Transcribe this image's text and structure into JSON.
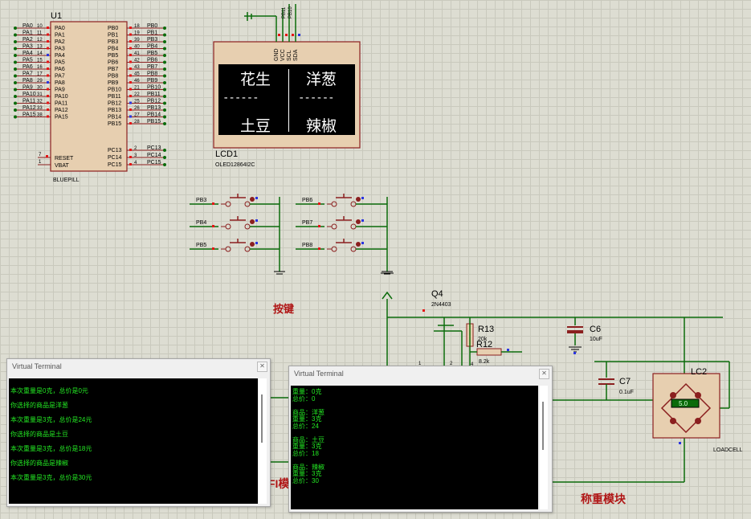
{
  "mcu": {
    "ref": "U1",
    "name": "BLUEPILL",
    "left_pins": [
      {
        "net": "PA0",
        "num": "10",
        "label": "PA0"
      },
      {
        "net": "PA1",
        "num": "11",
        "label": "PA1"
      },
      {
        "net": "PA2",
        "num": "12",
        "label": "PA2"
      },
      {
        "net": "PA3",
        "num": "13",
        "label": "PA3"
      },
      {
        "net": "PA4",
        "num": "14",
        "label": "PA4"
      },
      {
        "net": "PA5",
        "num": "15",
        "label": "PA5"
      },
      {
        "net": "PA6",
        "num": "16",
        "label": "PA6"
      },
      {
        "net": "PA7",
        "num": "17",
        "label": "PA7"
      },
      {
        "net": "PA8",
        "num": "29",
        "label": "PA8"
      },
      {
        "net": "PA9",
        "num": "30",
        "label": "PA9"
      },
      {
        "net": "PA10",
        "num": "31",
        "label": "PA10"
      },
      {
        "net": "PA11",
        "num": "32",
        "label": "PA11"
      },
      {
        "net": "PA12",
        "num": "33",
        "label": "PA12"
      },
      {
        "net": "PA15",
        "num": "38",
        "label": "PA15"
      }
    ],
    "right_pins": [
      {
        "net": "PB0",
        "num": "18",
        "label": "PB0"
      },
      {
        "net": "PB1",
        "num": "19",
        "label": "PB1"
      },
      {
        "net": "PB3",
        "num": "39",
        "label": "PB3"
      },
      {
        "net": "PB4",
        "num": "40",
        "label": "PB4"
      },
      {
        "net": "PB5",
        "num": "41",
        "label": "PB5"
      },
      {
        "net": "PB6",
        "num": "42",
        "label": "PB6"
      },
      {
        "net": "PB7",
        "num": "43",
        "label": "PB7"
      },
      {
        "net": "PB8",
        "num": "45",
        "label": "PB8"
      },
      {
        "net": "PB9",
        "num": "46",
        "label": "PB9"
      },
      {
        "net": "PB10",
        "num": "21",
        "label": "PB10"
      },
      {
        "net": "PB11",
        "num": "22",
        "label": "PB11"
      },
      {
        "net": "PB12",
        "num": "25",
        "label": "PB12"
      },
      {
        "net": "PB13",
        "num": "26",
        "label": "PB13"
      },
      {
        "net": "PB14",
        "num": "27",
        "label": "PB14"
      },
      {
        "net": "PB15",
        "num": "28",
        "label": "PB15"
      }
    ],
    "pc_pins": [
      {
        "net": "PC13",
        "num": "2",
        "label": "PC13"
      },
      {
        "net": "PC14",
        "num": "3",
        "label": "PC14"
      },
      {
        "net": "PC15",
        "num": "4",
        "label": "PC15"
      }
    ],
    "reset": {
      "num": "7",
      "label": "RESET"
    },
    "vbat": {
      "num": "1",
      "label": "VBAT"
    }
  },
  "lcd": {
    "ref": "LCD1",
    "part": "OLED12864I2C",
    "pins": [
      "GND",
      "VCC",
      "SCL",
      "SDA"
    ],
    "top_nets": [
      "PB11",
      "PB10"
    ],
    "cells": {
      "tl": "花生",
      "tr": "洋葱",
      "bl": "土豆",
      "br": "辣椒",
      "dash": "------"
    }
  },
  "buttons": {
    "left": [
      "PB3",
      "PB4",
      "PB5"
    ],
    "right": [
      "PB6",
      "PB7",
      "PB8"
    ],
    "caption": "按键"
  },
  "transistor": {
    "ref": "Q4",
    "part": "2N4403"
  },
  "r13": {
    "ref": "R13",
    "value": "20k"
  },
  "r12": {
    "ref": "R12",
    "value": "8.2k"
  },
  "c6": {
    "ref": "C6",
    "value": "10uF"
  },
  "c7": {
    "ref": "C7",
    "value": "0.1uF"
  },
  "loadcell": {
    "ref": "LC2",
    "part": "LOADCELL",
    "reading": "5.0"
  },
  "pin_nums": {
    "q4_pin": "1",
    "r12_pin": "2",
    "r12_right": "4"
  },
  "weigh_caption": "称重模块",
  "partial_caption": "FI模",
  "term1": {
    "title": "Virtual Terminal",
    "lines": [
      "本次重量是0克，总价是0元",
      "你选择的商品是洋葱",
      "本次重量是3克，总价是24元",
      "你选择的商品是土豆",
      "本次重量是3克，总价是18元",
      "你选择的商品是辣椒",
      "本次重量是3克，总价是30元"
    ]
  },
  "term2": {
    "title": "Virtual Terminal",
    "lines": [
      "重量：0克",
      "总价：0",
      "",
      "商品：洋葱",
      "重量：3克",
      "总价：24",
      "",
      "商品：土豆",
      "重量：3克",
      "总价：18",
      "",
      "商品：辣椒",
      "重量：3克",
      "总价：30"
    ]
  },
  "colors": {
    "wire": "#0b6b0b",
    "body": "#e7cfb0",
    "outline": "#8b1f1f",
    "terminal_text": "#23e823",
    "caption": "#b01515"
  }
}
